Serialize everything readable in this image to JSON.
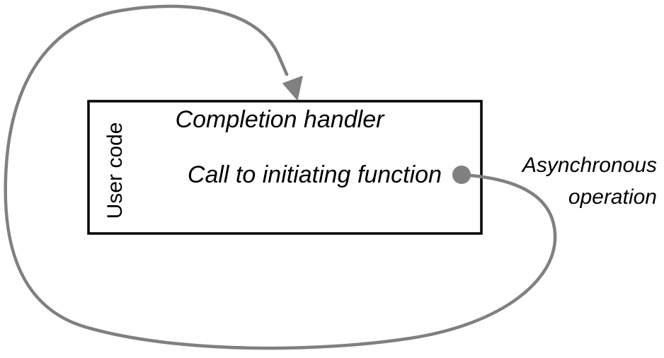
{
  "diagram": {
    "box_label": "User code",
    "handler_label": "Completion handler",
    "initiating_label": "Call to initiating function",
    "operation_label_line1": "Asynchronous",
    "operation_label_line2": "operation"
  },
  "colors": {
    "box_stroke": "#000000",
    "flow_stroke": "#808080",
    "background": "#ffffff"
  }
}
